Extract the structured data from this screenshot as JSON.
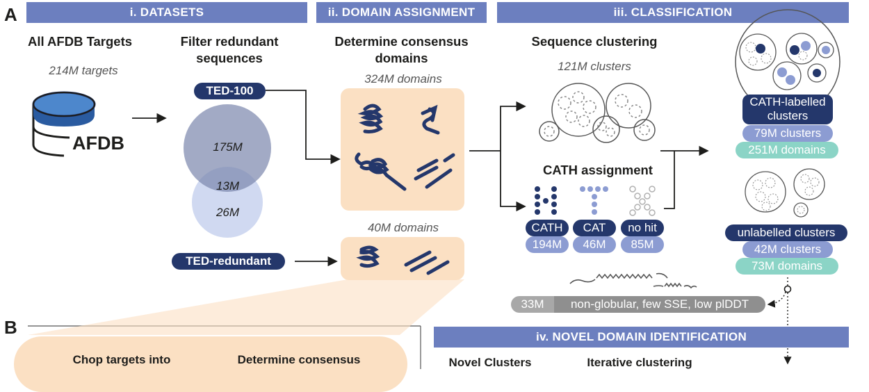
{
  "panel_a": {
    "letter": "A",
    "headers": {
      "datasets": "i. DATASETS",
      "domain_assignment": "ii. DOMAIN ASSIGNMENT",
      "classification": "iii. CLASSIFICATION"
    },
    "datasets": {
      "title": "All AFDB Targets",
      "count": "214M targets",
      "db_label": "AFDB"
    },
    "filter": {
      "title_line1": "Filter redundant",
      "title_line2": "sequences",
      "ted100": "TED-100",
      "ted_redundant": "TED-redundant",
      "venn_top": "175M",
      "venn_overlap": "13M",
      "venn_bottom": "26M"
    },
    "consensus": {
      "title_line1": "Determine consensus",
      "title_line2": "domains",
      "count_top": "324M domains",
      "count_bottom": "40M domains"
    },
    "clustering": {
      "title": "Sequence clustering",
      "count": "121M clusters"
    },
    "cath_assignment": {
      "title": "CATH assignment",
      "labels": [
        "CATH",
        "CAT",
        "no hit"
      ],
      "counts": [
        "194M",
        "46M",
        "85M"
      ]
    },
    "labelled": {
      "label_line1": "CATH-labelled",
      "label_line2": "clusters",
      "clusters": "79M clusters",
      "domains": "251M domains"
    },
    "unlabelled": {
      "label": "unlabelled clusters",
      "clusters": "42M clusters",
      "domains": "73M domains"
    },
    "nonglobular": {
      "count": "33M",
      "label": "non-globular, few SSE, low plDDT"
    }
  },
  "panel_b": {
    "letter": "B",
    "chop_title": "Chop targets into",
    "consensus_title": "Determine consensus"
  },
  "novel": {
    "header": "iv. NOVEL DOMAIN IDENTIFICATION",
    "col1": "Novel Clusters",
    "col2": "Iterative clustering"
  },
  "colors": {
    "header": "#6c7fbf",
    "dark_navy": "#24376b",
    "mid_blue": "#8c9cd2",
    "teal": "#8bd4c6",
    "peach": "#fbe0c3",
    "grey": "#a8a8a8"
  }
}
